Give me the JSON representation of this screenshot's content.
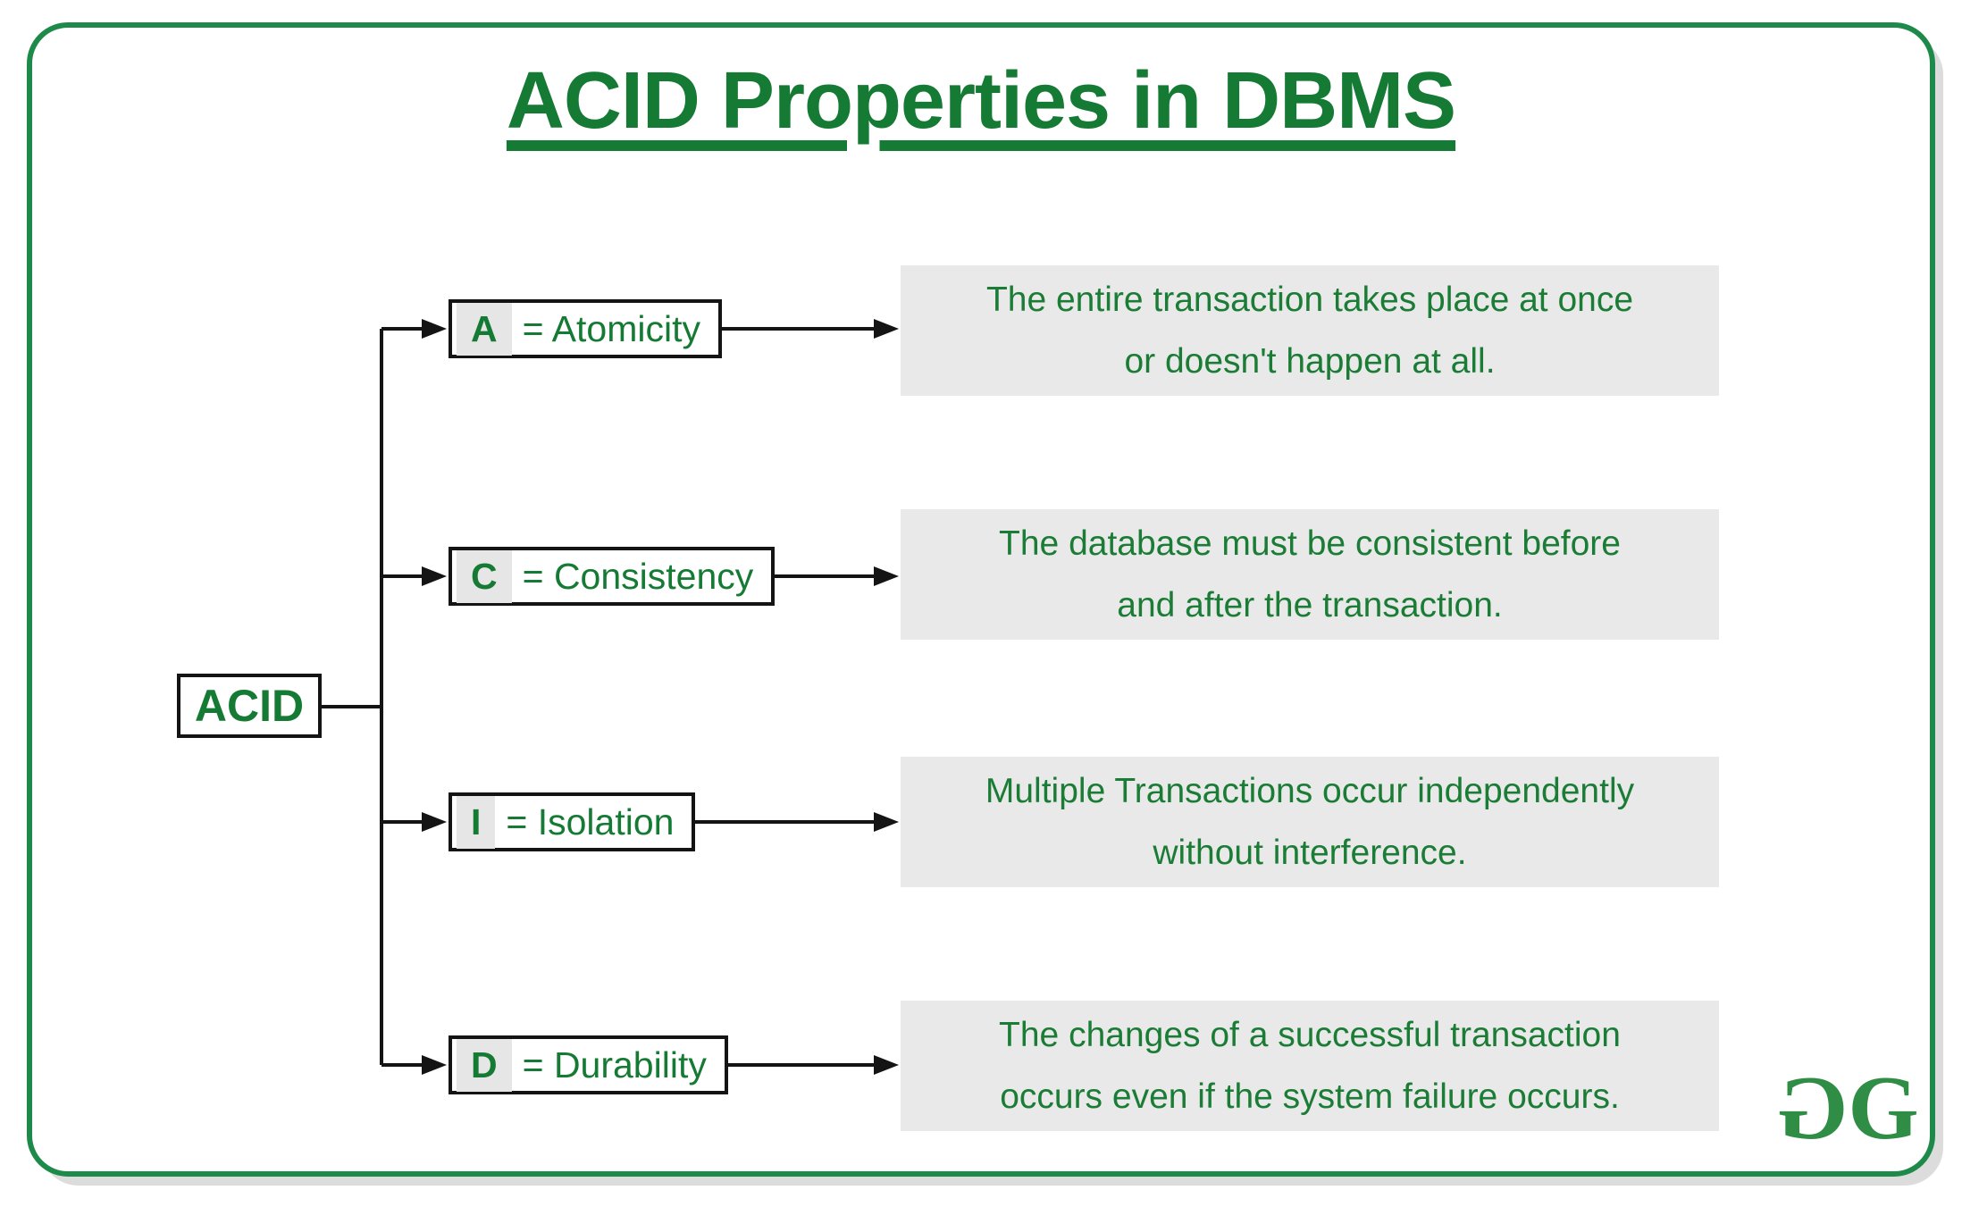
{
  "title": "ACID Properties in DBMS",
  "root": {
    "label": "ACID"
  },
  "branches": [
    {
      "letter": "A",
      "rest": "= Atomicity",
      "lines": [
        "The entire transaction takes place at once",
        "or doesn't happen at all."
      ]
    },
    {
      "letter": "C",
      "rest": "= Consistency",
      "lines": [
        "The database must be consistent before",
        "and after the transaction."
      ]
    },
    {
      "letter": "I",
      "rest": "= Isolation",
      "lines": [
        "Multiple Transactions occur independently",
        "without interference."
      ]
    },
    {
      "letter": "D",
      "rest": "= Durability",
      "lines": [
        "The changes of a successful transaction",
        "occurs even if the system failure occurs."
      ]
    }
  ],
  "logo": {
    "g1": "G",
    "g2": "G"
  },
  "colors": {
    "accent_green": "#157a33",
    "text_green": "#1b7c36",
    "border_green": "#1e8a4a",
    "logo_green": "#2f8d46",
    "line_black": "#141414",
    "panel_gray": "#e9e9e9",
    "chip_gray": "#e6e6e6",
    "shadow_gray": "#dcdcdc"
  }
}
